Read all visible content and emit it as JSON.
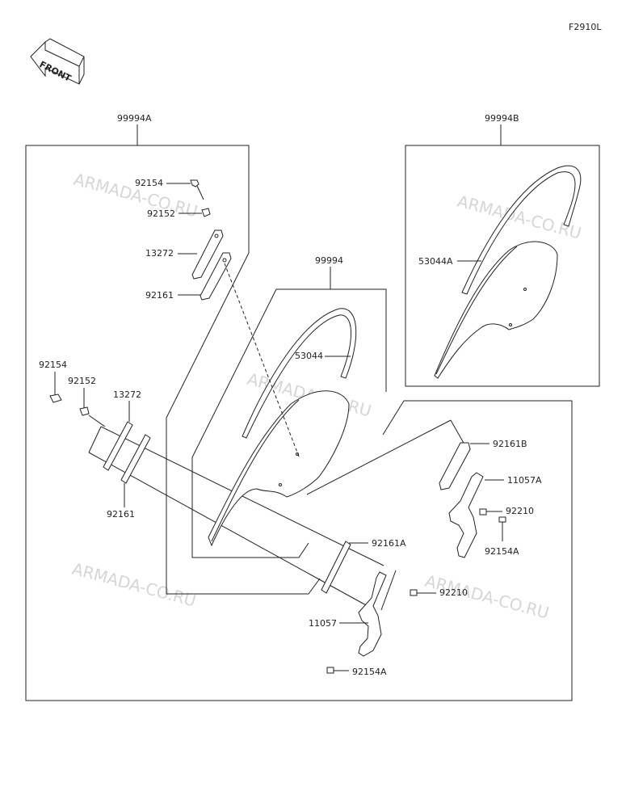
{
  "diagram_code": "F2910L",
  "front_label": "FRONT",
  "watermark": "ARMADA-CO.RU",
  "groups": {
    "set_a": "99994A",
    "set_b": "99994B",
    "set_main": "99994"
  },
  "labels": {
    "p92154_top": "92154",
    "p92152_top": "92152",
    "p13272_top": "13272",
    "p92161_top": "92161",
    "p92154_left": "92154",
    "p92152_left": "92152",
    "p13272_left": "13272",
    "p92161_left": "92161",
    "p53044": "53044",
    "p53044A": "53044A",
    "p92161B": "92161B",
    "p11057A": "11057A",
    "p92210_right": "92210",
    "p92154A_right": "92154A",
    "p92161A": "92161A",
    "p92210_bottom": "92210",
    "p11057": "11057",
    "p92154A_bottom": "92154A"
  }
}
